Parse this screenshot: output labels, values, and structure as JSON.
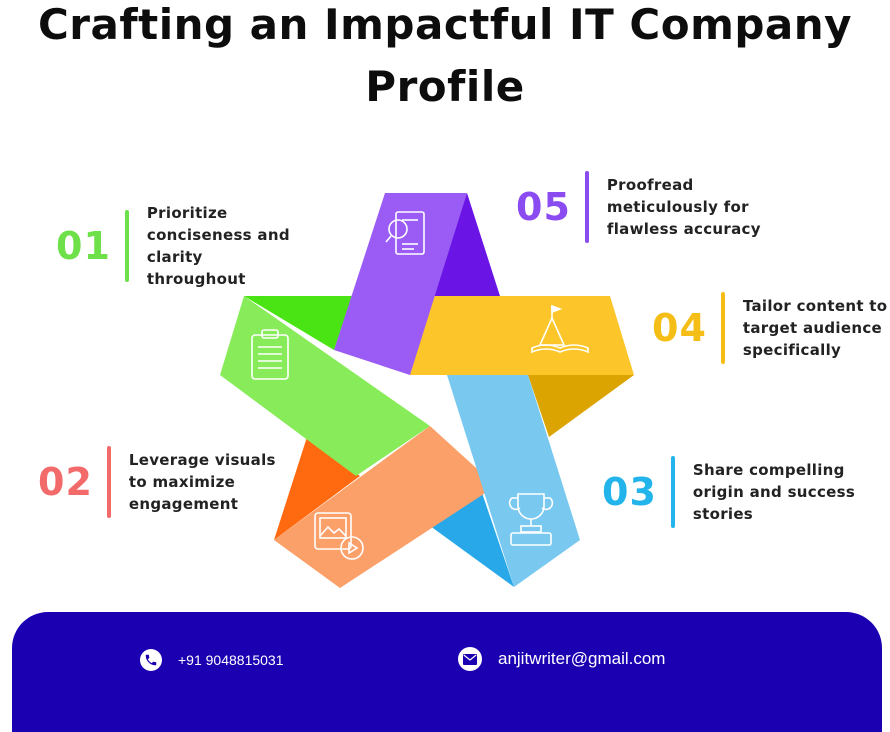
{
  "title": {
    "line1": "Crafting an Impactful IT Company",
    "line2": "Profile"
  },
  "steps": [
    {
      "number": "01",
      "color": "#6ee04a",
      "lines": [
        "Prioritize",
        "conciseness and",
        "clarity",
        "throughout"
      ]
    },
    {
      "number": "02",
      "color": "#f26a6a",
      "lines": [
        "Leverage visuals",
        "to maximize",
        "engagement"
      ]
    },
    {
      "number": "03",
      "color": "#22b4ea",
      "lines": [
        "Share compelling",
        "origin and success",
        "stories"
      ]
    },
    {
      "number": "04",
      "color": "#f5be16",
      "lines": [
        "Tailor content to",
        "target audience",
        "specifically"
      ]
    },
    {
      "number": "05",
      "color": "#8a4cf0",
      "lines": [
        "Proofread",
        "meticulously for",
        "flawless accuracy"
      ]
    }
  ],
  "star": {
    "colors": {
      "purple": "#9a5cf5",
      "purple_dark": "#6a14e6",
      "yellow": "#fcc62a",
      "yellow_dark": "#dba400",
      "blue": "#78c8f0",
      "blue_dark": "#28a8e8",
      "orange": "#fca06a",
      "orange_dark": "#ff6a10",
      "green": "#88ec5a",
      "green_dark": "#4ae414"
    },
    "icons": [
      "document-search-icon",
      "clipboard-icon",
      "image-video-icon",
      "trophy-icon",
      "mountain-flag-book-icon"
    ]
  },
  "footer": {
    "phone": "+91 9048815031",
    "email": "anjitwriter@gmail.com",
    "background": "#1a00b0"
  }
}
